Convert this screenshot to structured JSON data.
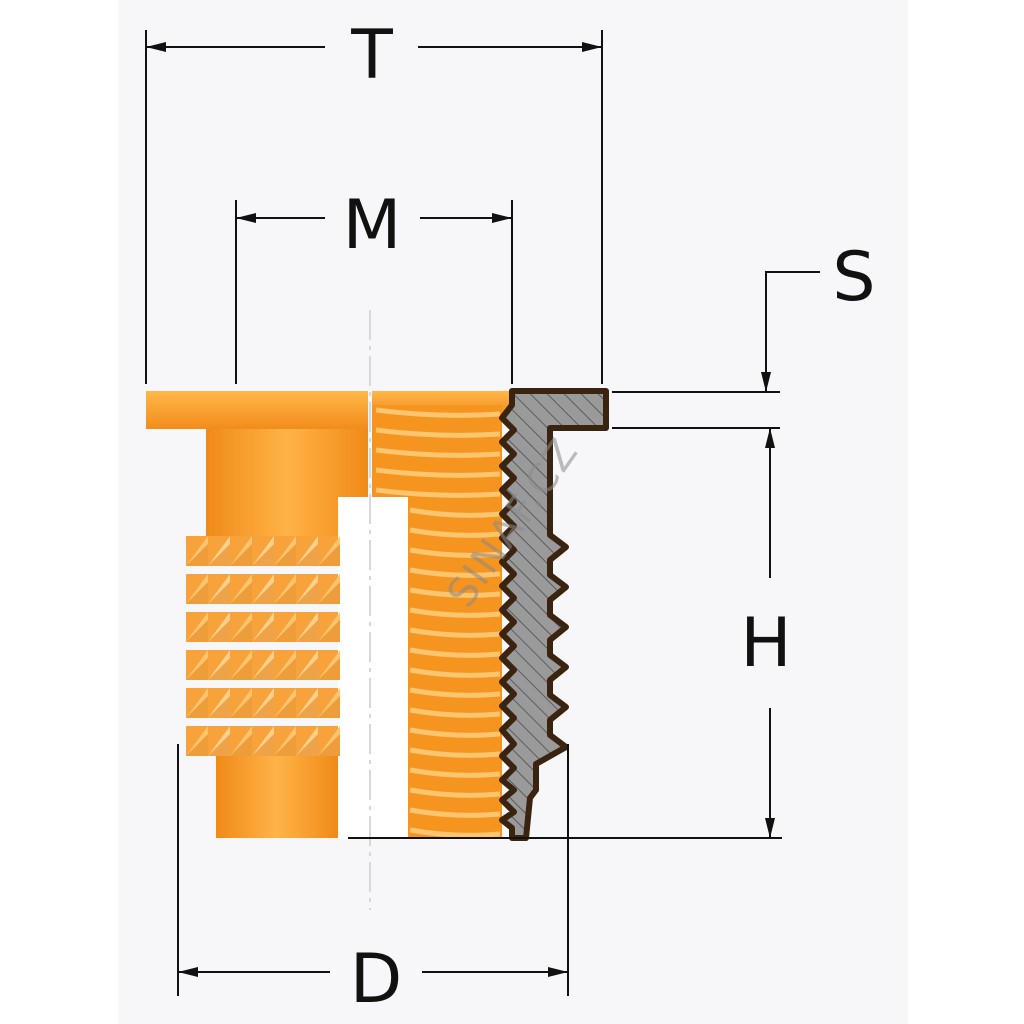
{
  "labels": {
    "T": "T",
    "M": "M",
    "S": "S",
    "H": "H",
    "D": "D"
  },
  "watermark": "SINAF.CZ",
  "colors": {
    "background": "#ffffff",
    "frame": "#f6f6f8",
    "orange": "#fca532",
    "orange_light": "#ffc15a",
    "orange_dark": "#e07d12",
    "section_fill": "#9a9a9a",
    "section_outline": "#3a2410",
    "dimension_line": "#111111"
  }
}
